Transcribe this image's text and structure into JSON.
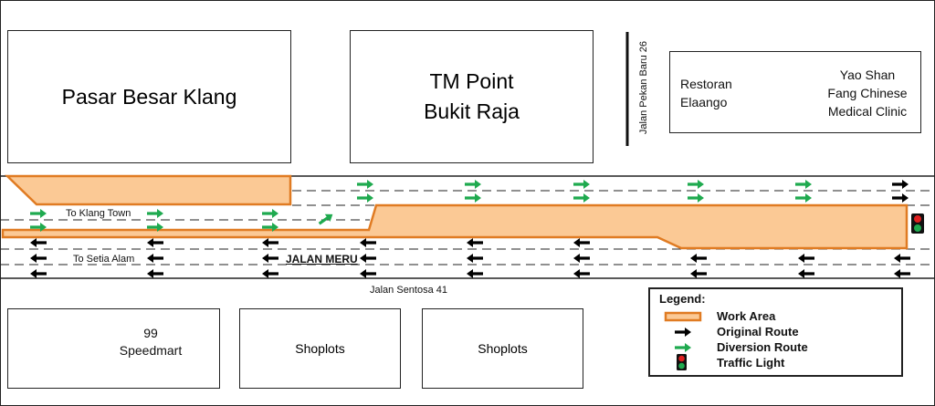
{
  "buildings": {
    "pasar": "Pasar Besar Klang",
    "tm_line1": "TM Point",
    "tm_line2": "Bukit Raja",
    "restoran_line1": "Restoran",
    "restoran_line2": "Elaango",
    "yao_line1": "Yao Shan",
    "yao_line2": "Fang Chinese",
    "yao_line3": "Medical Clinic",
    "speedmart_line1": "99",
    "speedmart_line2": "Speedmart",
    "shoplots1": "Shoplots",
    "shoplots2": "Shoplots"
  },
  "roads": {
    "pekan_baru": "Jalan Pekan Baru 26",
    "to_klang": "To Klang Town",
    "to_setia": "To Setia Alam",
    "meru": "JALAN MERU",
    "sentosa": "Jalan Sentosa 41"
  },
  "legend": {
    "title": "Legend:",
    "work_area": "Work Area",
    "original": "Original Route",
    "diversion": "Diversion Route",
    "traffic_light": "Traffic Light"
  },
  "colors": {
    "work_fill": "#fbc995",
    "work_stroke": "#e07b22",
    "diversion": "#1faa4f",
    "original": "#000000"
  }
}
